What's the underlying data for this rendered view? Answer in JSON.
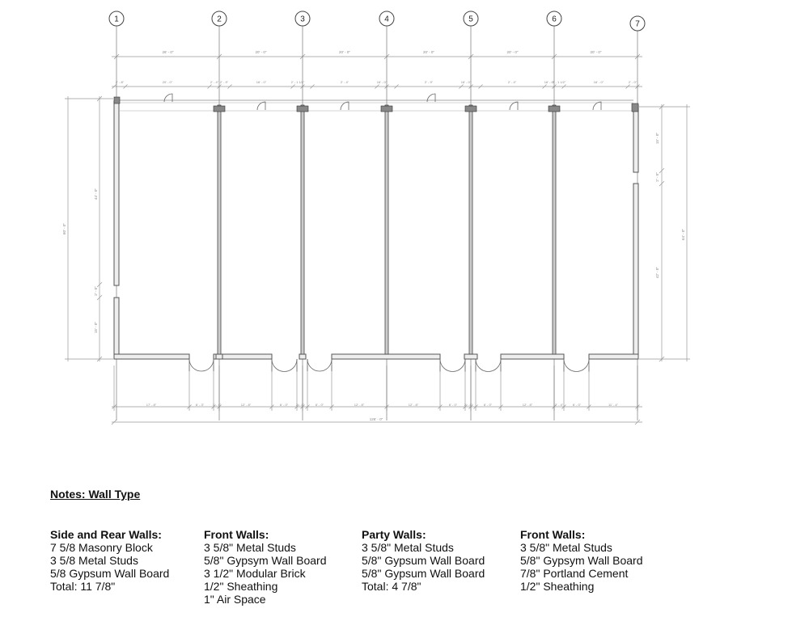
{
  "plan": {
    "grid_lines": [
      "1",
      "2",
      "3",
      "4",
      "5",
      "6",
      "7"
    ],
    "top_overall_dims": [
      "26' - 0\"",
      "20' - 0\"",
      "20' - 0\"",
      "20' - 0\"",
      "20' - 0\"",
      "20' - 0\""
    ],
    "top_detail_dims": [
      "2' - 8\"",
      "20' - 0\"",
      "2' - 4\"",
      "2' - 9\"",
      "16' - 0\"",
      "2' - 1 1/2\"",
      "2' - 4\"",
      "16' - 0\"",
      "2' - 9\"",
      "16' - 0\"",
      "2' - 4\"",
      "16' - 0\"",
      "2' - 1 1/2\"",
      "16' - 0\"",
      "2' - 0\""
    ],
    "left_dims": [
      "60' - 0\"",
      "44' - 0\"",
      "2' - 0\"",
      "15' - 0\""
    ],
    "right_dims": [
      "15' - 0\"",
      "2' - 0\"",
      "64' - 0\"",
      "42' - 0\""
    ],
    "bottom_detail_dims": [
      "17' - 8\"",
      "6' - 3\"",
      "1' - 4\"",
      "12' - 8\"",
      "6' - 0\"",
      "2' - 8\"",
      "6' - 0\"",
      "12' - 8\"",
      "12' - 8\"",
      "6' - 0\"",
      "2' - 8\"",
      "6' - 0\"",
      "12' - 8\"",
      "2' - 4\"",
      "6' - 0\"",
      "11' - 4\""
    ],
    "bottom_overall_dim": "126' - 0\""
  },
  "notes": {
    "title": "Notes: Wall Type",
    "columns": [
      {
        "heading": "Side and Rear Walls:",
        "lines": [
          "7 5/8 Masonry Block",
          "3 5/8 Metal Studs",
          "5/8 Gypsum Wall Board",
          "Total: 11 7/8\""
        ]
      },
      {
        "heading": "Front Walls:",
        "lines": [
          "3 5/8\" Metal Studs",
          "5/8\" Gypsym Wall Board",
          "3 1/2\" Modular Brick",
          "1/2\" Sheathing",
          "1\" Air Space"
        ]
      },
      {
        "heading": "Party Walls:",
        "lines": [
          "3 5/8\" Metal Studs",
          "5/8\" Gypsum Wall Board",
          "5/8\" Gypsum Wall Board",
          "Total: 4 7/8\""
        ]
      },
      {
        "heading": "Front Walls:",
        "lines": [
          "3 5/8\" Metal Studs",
          "5/8\" Gypsym Wall Board",
          "7/8\" Portland Cement",
          "1/2\" Sheathing"
        ]
      }
    ]
  }
}
